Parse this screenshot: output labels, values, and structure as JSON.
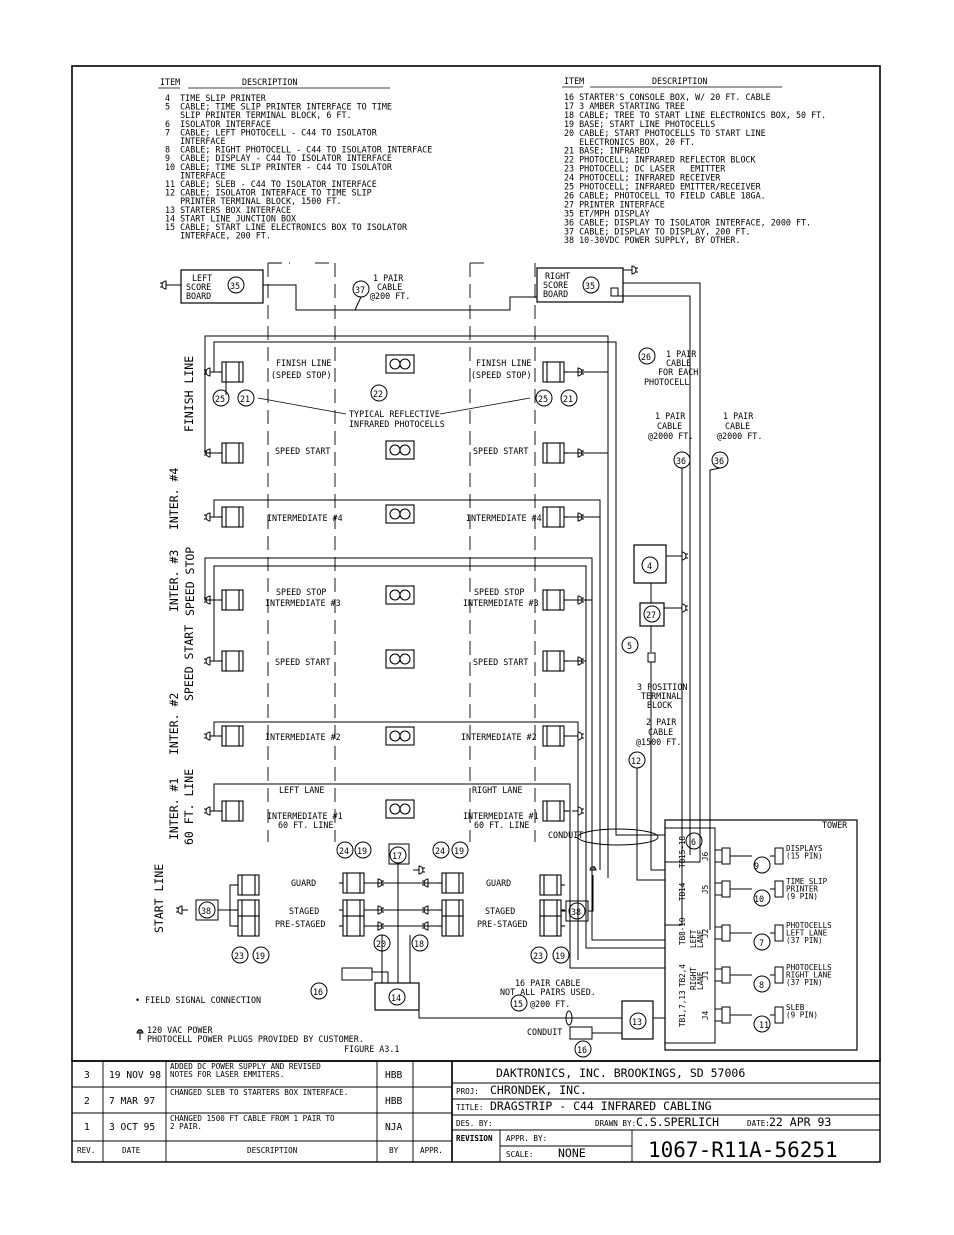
{
  "items_left": {
    "header_item": "ITEM",
    "header_desc": "DESCRIPTION",
    "lines": [
      "4  TIME SLIP PRINTER",
      "5  CABLE; TIME SLIP PRINTER INTERFACE TO TIME",
      "   SLIP PRINTER TERMINAL BLOCK, 6 FT.",
      "6  ISOLATOR INTERFACE",
      "7  CABLE; LEFT PHOTOCELL - C44 TO ISOLATOR",
      "   INTERFACE",
      "8  CABLE; RIGHT PHOTOCELL - C44 TO ISOLATOR INTERFACE",
      "9  CABLE; DISPLAY - C44 TO ISOLATOR INTERFACE",
      "10 CABLE; TIME SLIP PRINTER - C44 TO ISOLATOR",
      "   INTERFACE",
      "11 CABLE; SLEB - C44 TO ISOLATOR INTERFACE",
      "12 CABLE; ISOLATOR INTERFACE TO TIME SLIP",
      "   PRINTER TERMINAL BLOCK, 1500 FT.",
      "13 STARTERS BOX INTERFACE",
      "14 START LINE JUNCTION BOX",
      "15 CABLE; START LINE ELECTRONICS BOX TO ISOLATOR",
      "   INTERFACE, 200 FT."
    ]
  },
  "items_right": {
    "header_item": "ITEM",
    "header_desc": "DESCRIPTION",
    "lines": [
      "16 STARTER'S CONSOLE BOX, W/ 20 FT. CABLE",
      "17 3 AMBER STARTING TREE",
      "18 CABLE; TREE TO START LINE ELECTRONICS BOX, 50 FT.",
      "19 BASE; START LINE PHOTOCELLS",
      "20 CABLE; START PHOTOCELLS TO START LINE",
      "   ELECTRONICS BOX, 20 FT.",
      "21 BASE; INFRARED",
      "22 PHOTOCELL; INFRARED REFLECTOR BLOCK",
      "23 PHOTOCELL; DC LASER   EMITTER",
      "24 PHOTOCELL; INFRARED RECEIVER",
      "25 PHOTOCELL; INFRARED EMITTER/RECEIVER",
      "26 CABLE; PHOTOCELL TO FIELD CABLE 18GA.",
      "27 PRINTER INTERFACE",
      "35 ET/MPH DISPLAY",
      "36 CABLE; DISPLAY TO ISOLATOR INTERFACE, 2000 FT.",
      "37 CABLE; DISPLAY TO DISPLAY, 200 FT.",
      "38 10-30VDC POWER SUPPLY, BY OTHER."
    ]
  },
  "diagram": {
    "left_board": [
      "LEFT",
      "SCORE",
      "BOARD"
    ],
    "right_board": [
      "RIGHT",
      "SCORE",
      "BOARD"
    ],
    "cable37": [
      "1  PAIR",
      "CABLE",
      "@200 FT."
    ],
    "cable26": [
      "1 PAIR",
      "CABLE",
      "FOR EACH",
      "PHOTOCELL"
    ],
    "cable36a": [
      "1 PAIR",
      "CABLE",
      "@2000 FT."
    ],
    "cable36b": [
      "1 PAIR",
      "CABLE",
      "@2000 FT."
    ],
    "finish_line_left": [
      "FINISH LINE",
      "(SPEED STOP)"
    ],
    "finish_line_right": [
      "FINISH LINE",
      "(SPEED STOP)"
    ],
    "typical": [
      "TYPICAL REFLECTIVE",
      "INFRARED PHOTOCELLS"
    ],
    "speed_start": "SPEED START",
    "intermediate4": "INTERMEDIATE #4",
    "speed_stop_int3": [
      "SPEED STOP",
      "INTERMEDIATE #3"
    ],
    "intermediate2": "INTERMEDIATE #2",
    "left_lane": "LEFT LANE",
    "right_lane": "RIGHT LANE",
    "intermediate1": [
      "INTERMEDIATE #1",
      "60 FT. LINE"
    ],
    "guard": "GUARD",
    "staged": "STAGED",
    "pre_staged": "PRE-STAGED",
    "three_pos": [
      "3 POSITION",
      "TERMINAL",
      "BLOCK"
    ],
    "cable12": [
      "2 PAIR",
      "CABLE",
      "@1500 FT."
    ],
    "conduit": "CONDUIT",
    "tower": "TOWER",
    "cable15": [
      "16 PAIR CABLE",
      "NOT ALL PAIRS USED."
    ],
    "cable15_len": "@200 FT.",
    "field_signal": "•  FIELD SIGNAL CONNECTION",
    "power_legend": [
      "120 VAC POWER",
      "PHOTOCELL POWER PLUGS PROVIDED BY CUSTOMER."
    ],
    "figure": "FIGURE A3.1",
    "side_labels": {
      "finish": "FINISH  LINE",
      "inter4": "INTER. #4",
      "inter3": "INTER. #3",
      "speed_stop": "SPEED STOP",
      "speed_start": "SPEED START",
      "inter2": "INTER. #2",
      "inter1": "INTER. #1",
      "sixty": "60 FT. LINE",
      "start": "START LINE"
    },
    "tower_ports": [
      {
        "tb": "TB15-18",
        "j": "J6",
        "cable": "9",
        "label": [
          "DISPLAYS",
          "(15 PIN)"
        ]
      },
      {
        "tb": "TB14",
        "j": "J5",
        "cable": "10",
        "label": [
          "TIME SLIP",
          "PRINTER",
          "(9 PIN)"
        ]
      },
      {
        "tb": "TB8-10",
        "j": "J2",
        "cable": "7",
        "label": [
          "PHOTOCELLS",
          "LEFT LANE",
          "(37 PIN)"
        ]
      },
      {
        "tb": "TB2,4",
        "j": "J1",
        "cable": "8",
        "label": [
          "PHOTOCELLS",
          "RIGHT LANE",
          "(37 PIN)"
        ]
      },
      {
        "tb": "TB1,7,13",
        "j": "J4",
        "cable": "11",
        "label": [
          "SLEB",
          "(9 PIN)"
        ]
      }
    ],
    "tower_lane_left": [
      "LEFT",
      "LANE"
    ],
    "tower_lane_right": [
      "RIGHT",
      "LANE"
    ]
  },
  "revisions": [
    {
      "rev": "3",
      "date": "19 NOV 98",
      "desc": [
        "ADDED DC POWER SUPPLY AND REVISED",
        "NOTES FOR LASER EMMITERS."
      ],
      "by": "HBB"
    },
    {
      "rev": "2",
      "date": "7 MAR 97",
      "desc": [
        "CHANGED SLEB TO STARTERS BOX INTERFACE."
      ],
      "by": "HBB"
    },
    {
      "rev": "1",
      "date": "3 OCT 95",
      "desc": [
        "CHANGED 1500 FT CABLE FROM 1 PAIR TO",
        "2 PAIR."
      ],
      "by": "NJA"
    }
  ],
  "rev_headers": {
    "rev": "REV.",
    "date": "DATE",
    "desc": "DESCRIPTION",
    "by": "BY",
    "appr": "APPR."
  },
  "title_block": {
    "company": "DAKTRONICS, INC.   BROOKINGS, SD 57006",
    "proj_label": "PROJ:",
    "proj": "CHRONDEK, INC.",
    "title_label": "TITLE:",
    "title": "DRAGSTRIP  -  C44  INFRARED CABLING",
    "des_label": "DES. BY:",
    "drawn_label": "DRAWN BY:",
    "drawn": "C.S.SPERLICH",
    "date_label": "DATE:",
    "date": "22 APR 93",
    "revision_label": "REVISION",
    "appr_label": "APPR. BY:",
    "scale_label": "SCALE:",
    "scale": "NONE",
    "drawing_no": "1067-R11A-56251"
  }
}
